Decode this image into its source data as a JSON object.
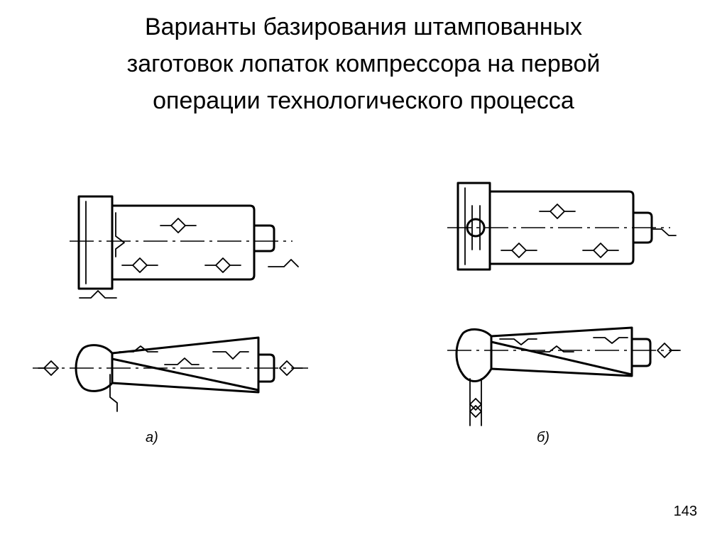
{
  "slide": {
    "title_lines": [
      "Варианты базирования штампованных",
      "заготовок лопаток компрессора на первой",
      "операции технологического процесса"
    ],
    "labels": {
      "variant_a": "а)",
      "variant_b": "б)"
    },
    "page_number": "143"
  }
}
